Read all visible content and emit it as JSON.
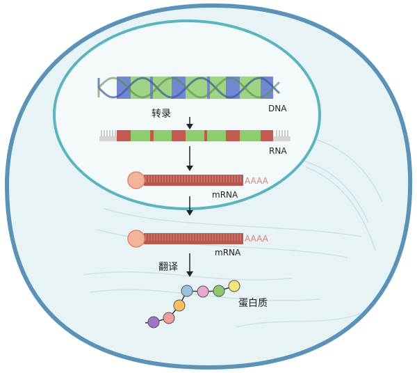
{
  "labels": {
    "transcription": "转录",
    "dna": "DNA",
    "rna": "RNA",
    "mrna_nucleus": "mRNA",
    "polya_nucleus": "AAAA",
    "mrna_cytoplasm": "mRNA",
    "polya_cytoplasm": "AAAA",
    "translation": "翻译",
    "protein": "蛋白质"
  },
  "colors": {
    "cell_border": "#5b93b8",
    "cytoplasm": "#e8f3f6",
    "nucleus_border": "#5bb5c0",
    "nucleus_fill": "#f4fafb",
    "dna_blue": "#5b71c9",
    "dna_green": "#8fcc6e",
    "rna_red": "#c25a52",
    "rna_green": "#8fcc6e",
    "mrna": "#b8564e",
    "cap": "#f5b49a"
  },
  "protein_beads": [
    "#9ac3e3",
    "#e8a8d0",
    "#8fc86a",
    "#f5e47a",
    "#f7c25c",
    "#ef9f9a",
    "#9b76c8"
  ]
}
